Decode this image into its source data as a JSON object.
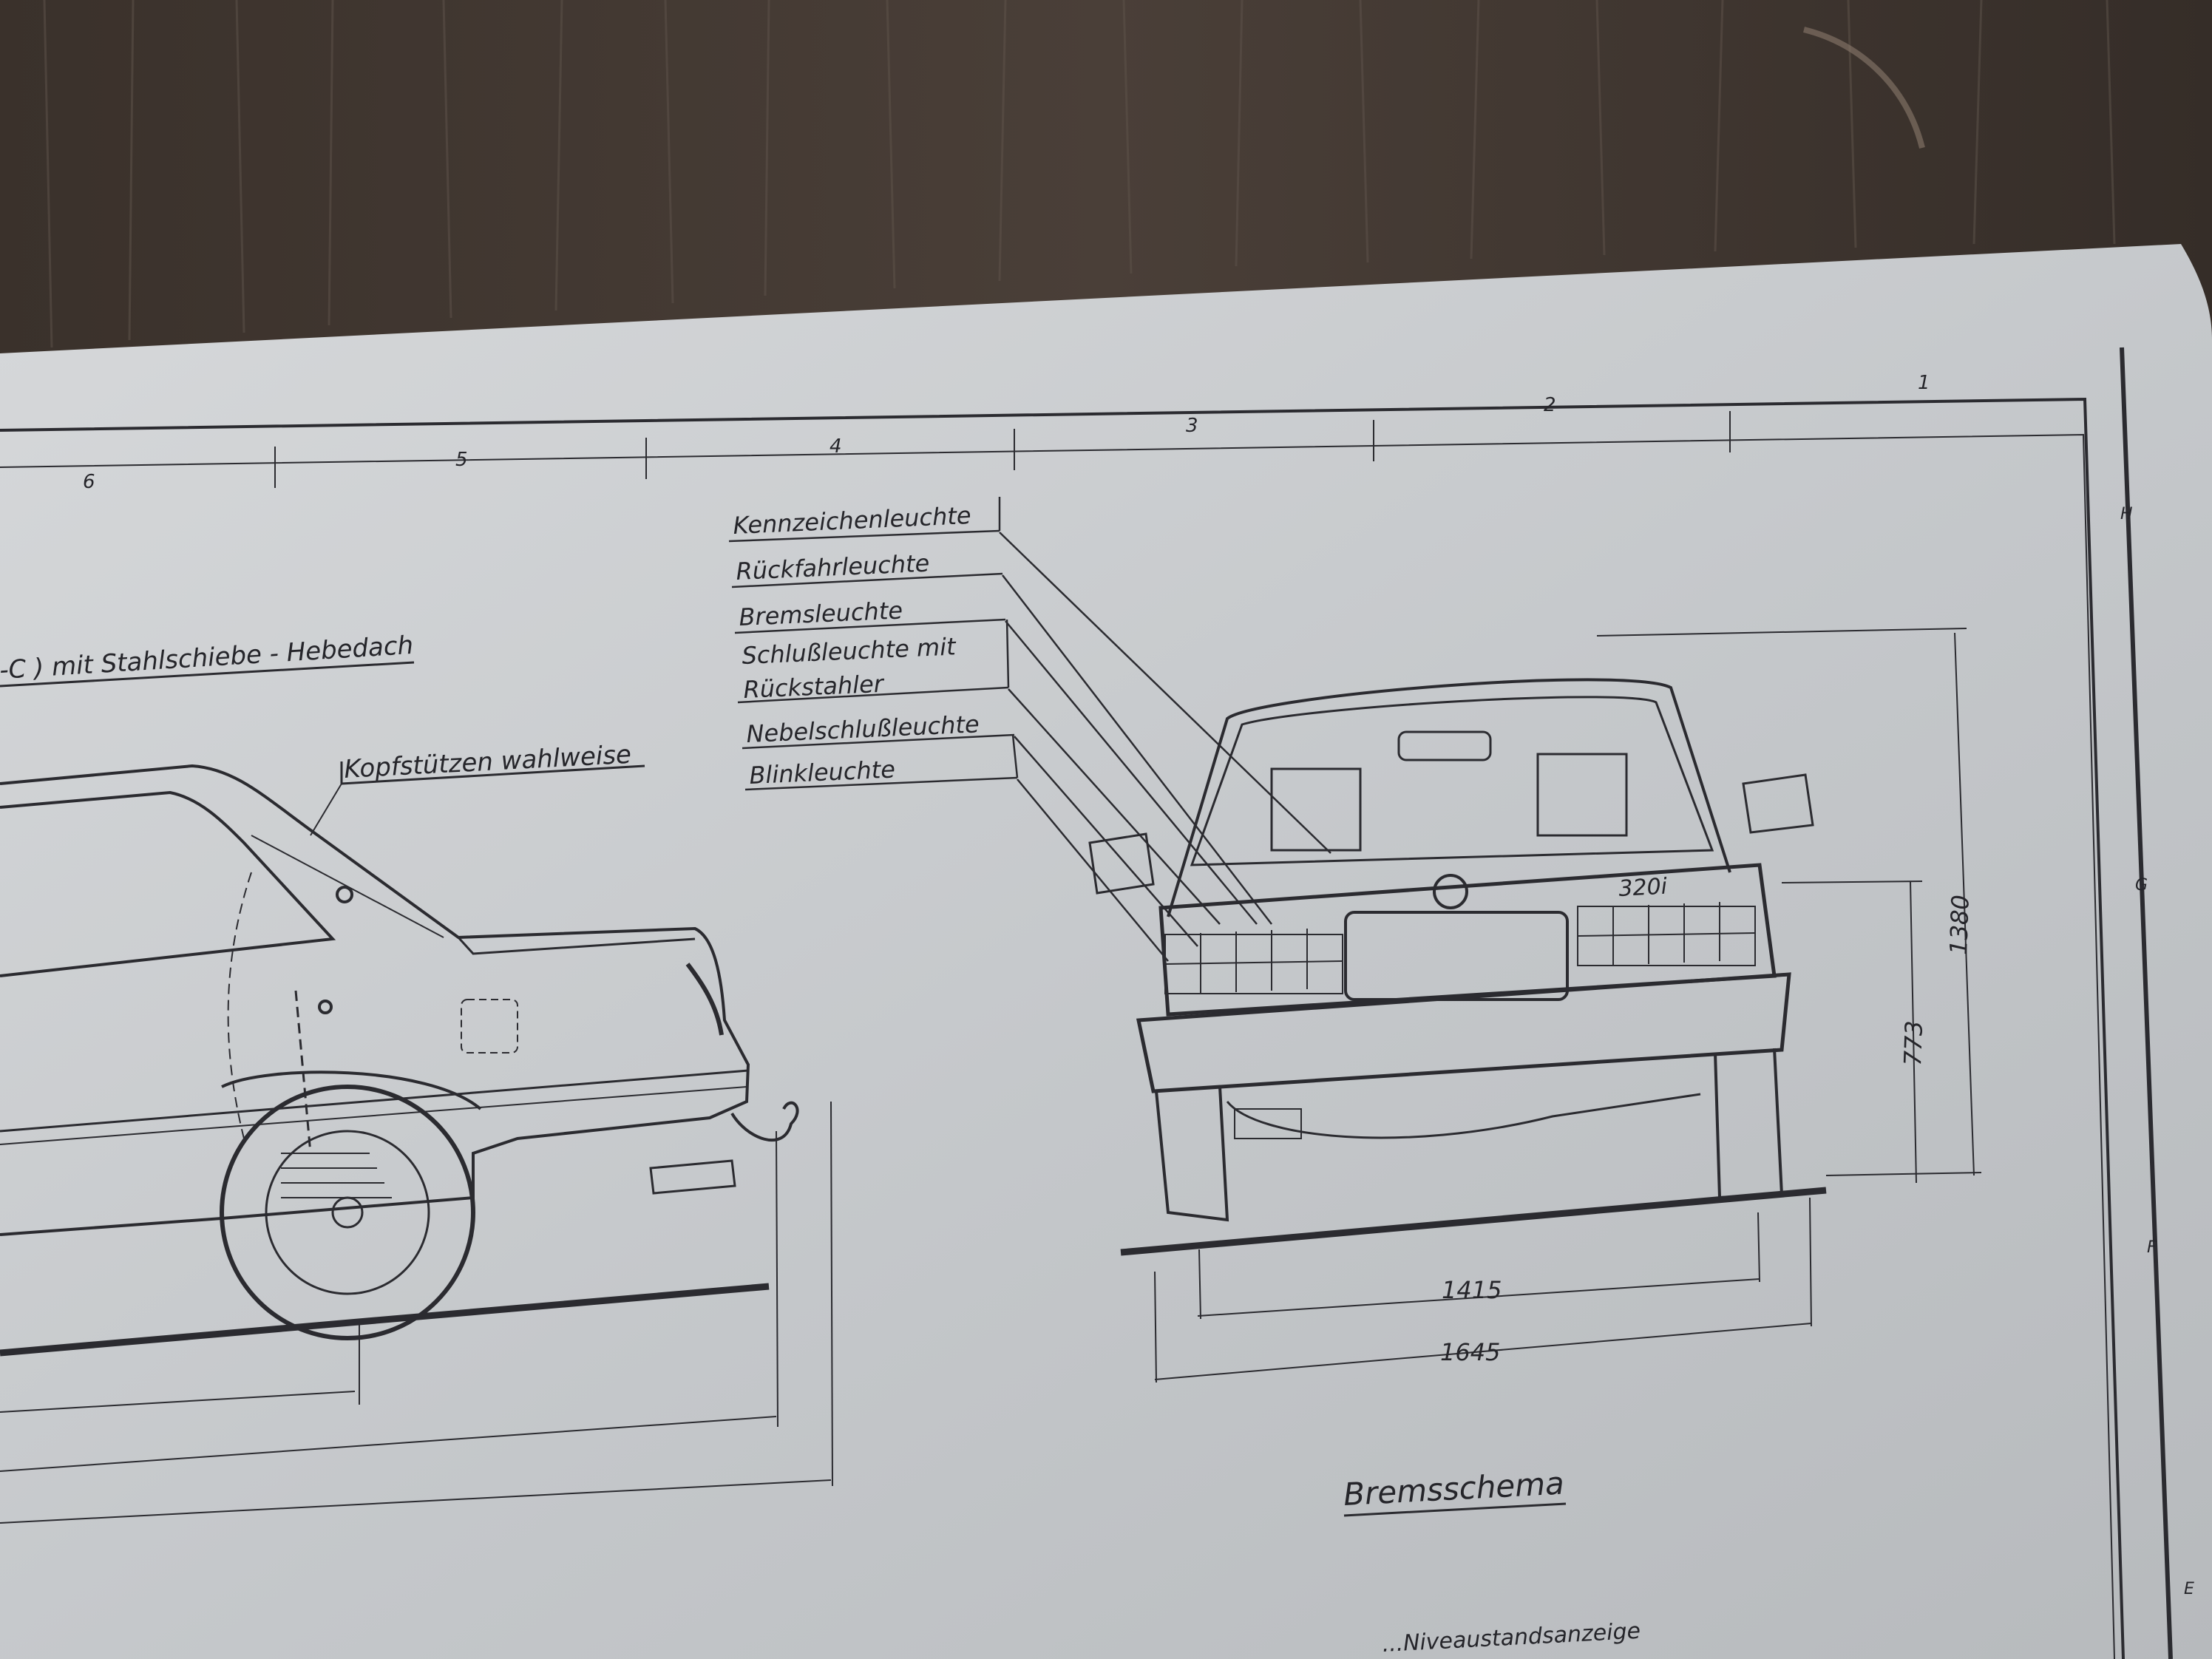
{
  "background": {
    "wood_color": "#3d342e",
    "paper_color": "#c9cccf",
    "ink_color": "#26262b"
  },
  "frame": {
    "column_numbers": [
      "6",
      "5",
      "4",
      "3",
      "2",
      "1"
    ],
    "row_letters": [
      "H",
      "G",
      "F",
      "E"
    ]
  },
  "side_view": {
    "title_partial": "-C ) mit Stahlschiebe - Hebedach",
    "headrest_note": "Kopfstützen wahlweise"
  },
  "lights": [
    "Kennzeichenleuchte",
    "Rückfahrleuchte",
    "Bremsleuchte",
    "Schlußleuchte mit",
    "Rückstahler",
    "Nebelschlußleuchte",
    "Blinkleuchte"
  ],
  "rear_view": {
    "badge": "320i"
  },
  "dimensions": {
    "track": "1415",
    "width": "1645",
    "height": "1380",
    "bumper_height": "773"
  },
  "captions": {
    "brake_schema": "Bremsschema",
    "bottom_partial": "...Niveaustandsanzeige"
  }
}
